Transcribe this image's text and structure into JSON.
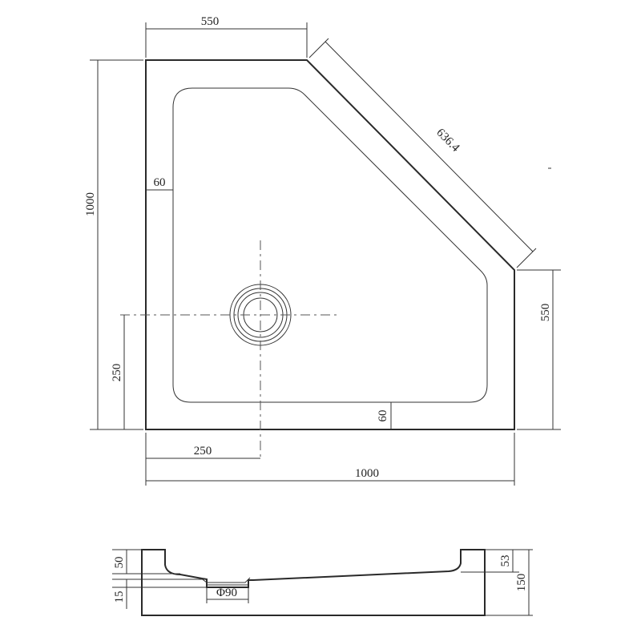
{
  "plan_view": {
    "dims": {
      "top_width": "550",
      "diagonal": "636.4",
      "total_height": "1000",
      "left_rim": "60",
      "right_height": "550",
      "drain_from_bottom": "250",
      "bottom_rim": "60",
      "drain_from_left": "250",
      "total_width": "1000"
    }
  },
  "section_view": {
    "dims": {
      "rim_depth_left": "50",
      "drain_step": "15",
      "drain_diameter": "Φ90",
      "rim_depth_right": "53",
      "total_height": "150"
    }
  }
}
